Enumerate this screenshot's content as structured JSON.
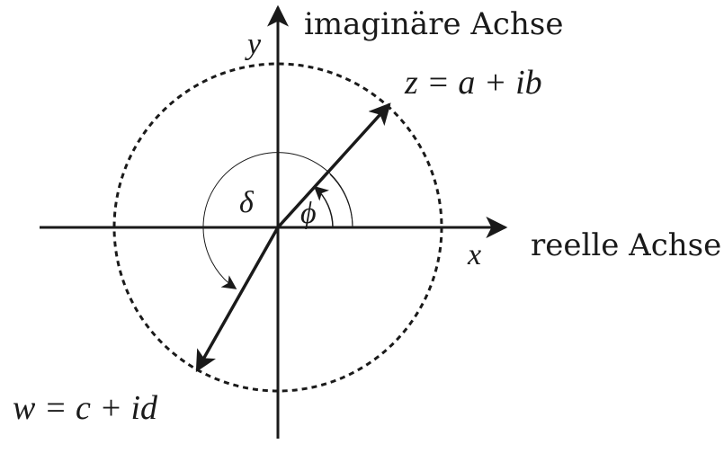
{
  "labels": {
    "imag_axis": "imaginäre Achse",
    "real_axis": "reelle Achse",
    "y": "y",
    "x": "x",
    "z": "z = a + ib",
    "w": "w = c + id",
    "delta": "δ",
    "phi": "ϕ"
  },
  "colors": {
    "ink": "#1a1a1a",
    "background": "#ffffff"
  }
}
